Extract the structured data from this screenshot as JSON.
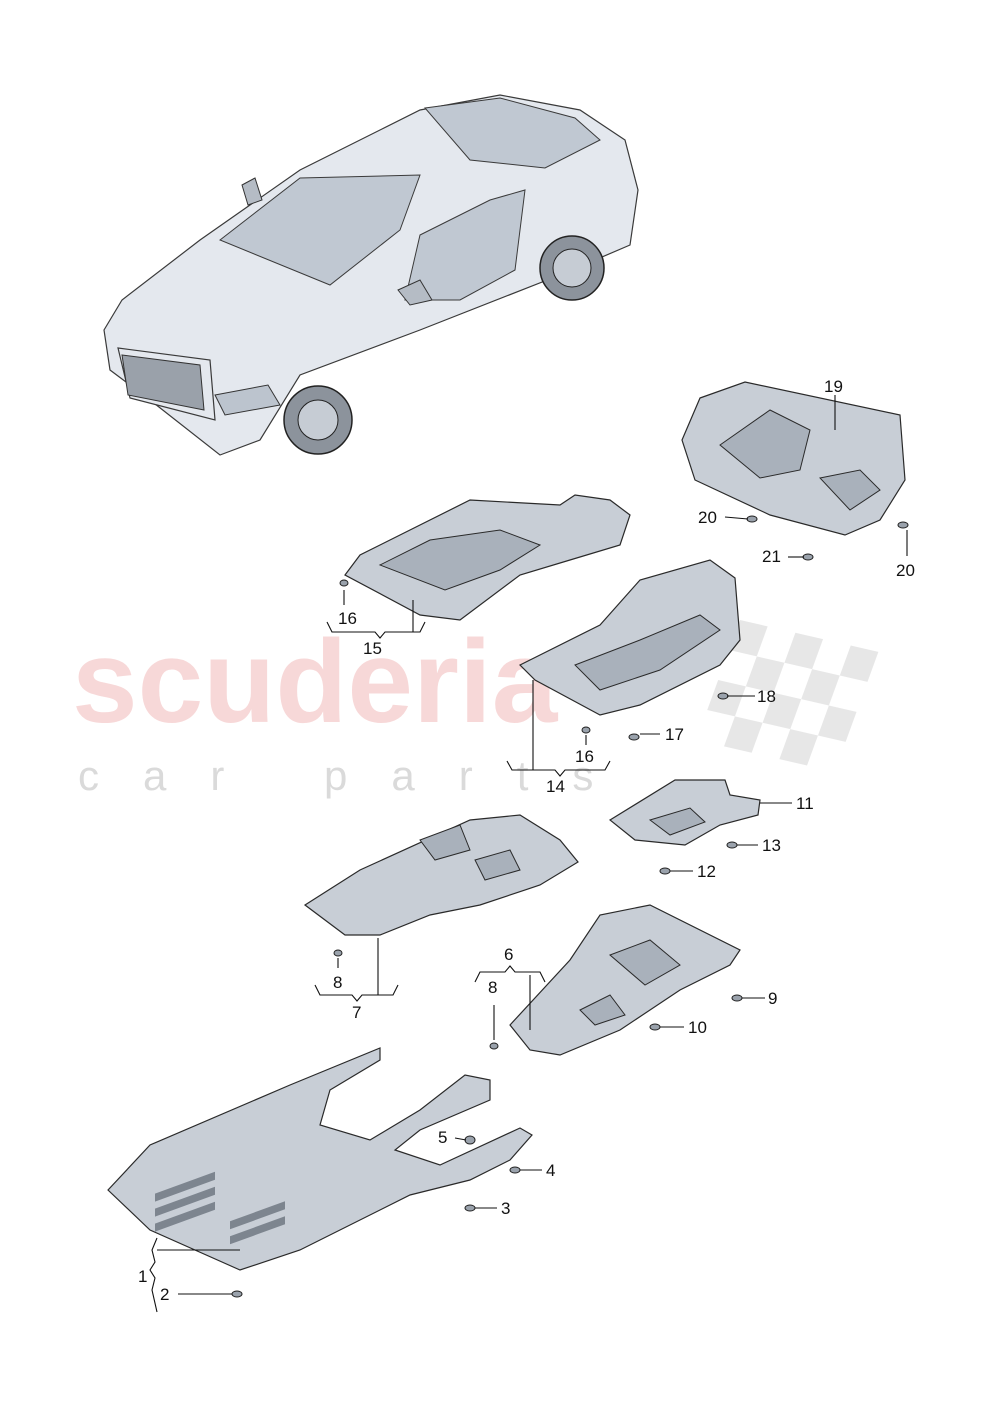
{
  "watermark": {
    "brand": "scuderia",
    "tagline": "car parts"
  },
  "callouts": {
    "n1": "1",
    "n2": "2",
    "n3": "3",
    "n4": "4",
    "n5": "5",
    "n6": "6",
    "n7": "7",
    "n8a": "8",
    "n8b": "8",
    "n9": "9",
    "n10": "10",
    "n11": "11",
    "n12": "12",
    "n13": "13",
    "n14": "14",
    "n15": "15",
    "n16a": "16",
    "n16b": "16",
    "n17": "17",
    "n18": "18",
    "n19": "19",
    "n20a": "20",
    "n20b": "20",
    "n21": "21"
  }
}
